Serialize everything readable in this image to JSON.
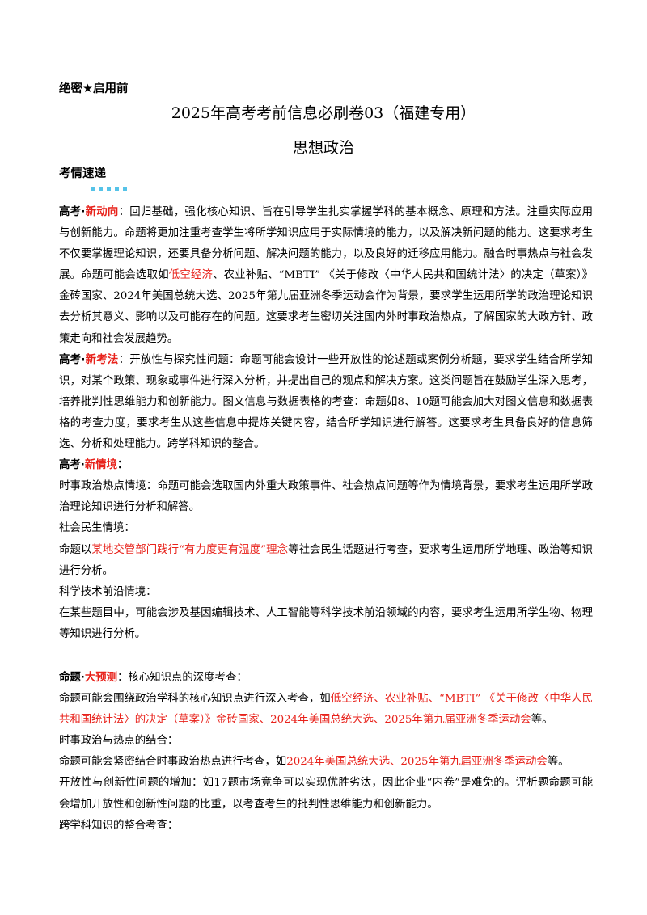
{
  "header": {
    "secret": "绝密★启用前",
    "title": "2025年高考考前信息必刷卷03（福建专用）",
    "subject": "思想政治"
  },
  "section": {
    "heading": "考情速递"
  },
  "colors": {
    "accent_red": "#e8221b",
    "deco_blue": "#56c3e8",
    "rule_red": "#e06666"
  },
  "p1": {
    "lbl_a": "高考·",
    "lbl_b": "新动向",
    "t1": "：回归基础，强化核心知识、旨在引导学生扎实掌握学科的基本概念、原理和方法。注重实际应用与创新能力。命题将更加注重考查学生将所学知识应用于实际情境的能力，以及解决新问题的能力。这要求考生不仅要掌握理论知识，还要具备分析问题、解决问题的能力，以及良好的迁移应用能力。融合时事热点与社会发展。命题可能会选取如",
    "red1": "低空经济",
    "t2": "、农业补贴、“MBTI” 《关于修改〈中华人民共和国统计法〉的决定（草案）》金砖国家、2024年美国总统大选、2025年第九届亚洲冬季运动会作为背景，要求学生运用所学的政治理论知识去分析其意义、影响以及可能存在的问题。这要求考生密切关注国内外时事政治热点，了解国家的大政方针、政策走向和社会发展趋势。"
  },
  "p2": {
    "lbl_a": "高考·",
    "lbl_b": "新考法",
    "t1": "：开放性与探究性问题：命题可能会设计一些开放性的论述题或案例分析题，要求学生结合所学知识，对某个政策、现象或事件进行深入分析，并提出自己的观点和解决方案。这类问题旨在鼓励学生深入思考，培养批判性思维能力和创新能力。图文信息与数据表格的考查：命题如8、10题可能会加大对图文信息和数据表格的考查力度，要求考生从这些信息中提炼关键内容，结合所学知识进行解答。这要求考生具备良好的信息筛选、分析和处理能力。跨学科知识的整合。"
  },
  "p3": {
    "lbl_a": "高考·",
    "lbl_b": "新情境",
    "colon": "：",
    "l1": "时事政治热点情境：命题可能会选取国内外重大政策事件、社会热点问题等作为情境背景，要求考生运用所学政治理论知识进行分析和解答。",
    "l2": "社会民生情境：",
    "l3a": "命题以",
    "l3red": "某地交管部门践行“有力度更有温度”理念",
    "l3b": "等社会民生话题进行考查，要求考生运用所学地理、政治等知识进行分析。",
    "l4": "科学技术前沿情境：",
    "l5": "在某些题目中，可能会涉及基因编辑技术、人工智能等科学技术前沿领域的内容，要求考生运用所学生物、物理等知识进行分析。"
  },
  "p4": {
    "lbl_a": "命题·",
    "lbl_b": "大预测",
    "t0": "：核心知识点的深度考查：",
    "l1a": "命题可能会围绕政治学科的核心知识点进行深入考查，如",
    "l1red": "低空经济、农业补贴、“MBTI” 《关于修改〈中华人民共和国统计法〉的决定（草案）》金砖国家、2024年美国总统大选、2025年第九届亚洲冬季运动会",
    "l1b": "等。",
    "l2": "时事政治与热点的结合：",
    "l3a": "命题可能会紧密结合时事政治热点进行考查，如",
    "l3red": "2024年美国总统大选、2025年第九届亚洲冬季运动会",
    "l3b": "等。",
    "l4": "开放性与创新性问题的增加：如17题市场竞争可以实现优胜劣汰，因此企业“内卷”是难免的。评析题命题可能会增加开放性和创新性问题的比重，以考查考生的批判性思维能力和创新能力。",
    "l5": "跨学科知识的整合考查："
  }
}
